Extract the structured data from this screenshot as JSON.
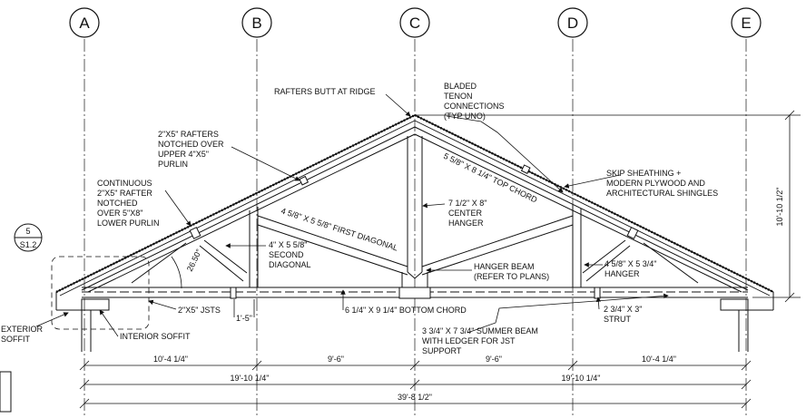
{
  "gridlines": [
    "A",
    "B",
    "C",
    "D",
    "E"
  ],
  "section_marker": {
    "number": "5",
    "sheet": "S1.2"
  },
  "labels": {
    "rafters_butt": "RAFTERS BUTT AT RIDGE",
    "bladed_tenon": [
      "BLADED",
      "TENON",
      "CONNECTIONS",
      "(TYP UNO)"
    ],
    "rafters_notched": [
      "2\"X5\" RAFTERS",
      "NOTCHED OVER",
      "UPPER 4\"X5\"",
      "PURLIN"
    ],
    "continuous_rafter": [
      "CONTINUOUS",
      "2\"X5\" RAFTER",
      "NOTCHED",
      "OVER 5\"X8\"",
      "LOWER PURLIN"
    ],
    "top_chord": "5 5/8\" X 8 1/4\" TOP CHORD",
    "skip_sheathing": [
      "SKIP SHEATHING +",
      "MODERN PLYWOOD AND",
      "ARCHITECTURAL SHINGLES"
    ],
    "center_hanger": [
      "7 1/2\" X 8\"",
      "CENTER",
      "HANGER"
    ],
    "first_diagonal": "4 5/8\" X 5 5/8\" FIRST DIAGONAL",
    "second_diagonal": [
      "4\" X 5 5/8\"",
      "SECOND",
      "DIAGONAL"
    ],
    "angle": "26.50°",
    "hanger_beam": [
      "HANGER BEAM",
      "(REFER TO PLANS)"
    ],
    "hanger": [
      "4 5/8\" X 5 3/4\"",
      "HANGER"
    ],
    "joists": "2\"X5\" JSTS",
    "joist_spacing": "1'-5\"",
    "bottom_chord": "6 1/4\" X 9 1/4\" BOTTOM CHORD",
    "strut": [
      "2 3/4\" X 3\"",
      "STRUT"
    ],
    "exterior_soffit": [
      "EXTERIOR",
      "SOFFIT"
    ],
    "interior_soffit": "INTERIOR SOFFIT",
    "summer_beam": [
      "3 3/4\" X 7 3/4\" SUMMER BEAM",
      "WITH LEDGER FOR JST",
      "SUPPORT"
    ]
  },
  "dimensions": {
    "height": "10'-10 1/2\"",
    "bays": [
      "10'-4 1/4\"",
      "9'-6\"",
      "9'-6\"",
      "10'-4 1/4\""
    ],
    "halves": [
      "19'-10 1/4\"",
      "19'-10 1/4\""
    ],
    "overall": "39'-8 1/2\""
  }
}
